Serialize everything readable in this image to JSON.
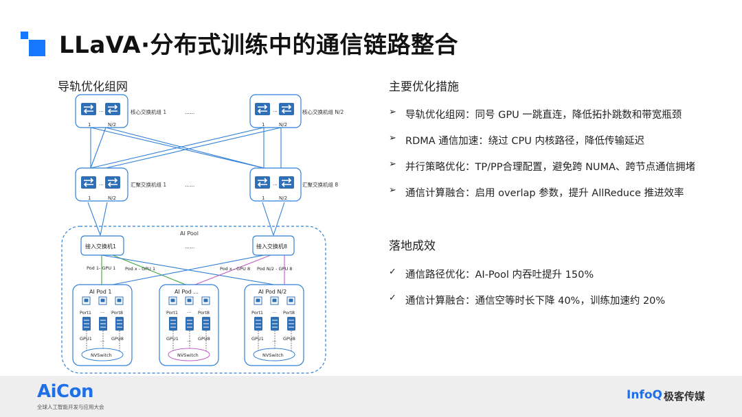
{
  "header": {
    "title": "LLaVA·分布式训练中的通信链路整合"
  },
  "diagram": {
    "section_label": "导轨优化组网",
    "core_switch_1_label": "核心交换机组 1",
    "core_switch_n_label": "核心交换机组 N/2",
    "agg_switch_1_label": "汇聚交换机组 1",
    "agg_switch_8_label": "汇聚交换机组 8",
    "ellipsis": "......",
    "dots": "...",
    "port_one": "1",
    "port_n2": "N/2",
    "ai_pool_label": "AI Pool",
    "access_switch_1": "接入交换机1",
    "access_switch_8": "接入交换机8",
    "link_labels": [
      "Pod 1- GPU 1",
      "Pod x - GPU 1",
      "Pod x - GPU 8",
      "Pod N/2 - GPU 8"
    ],
    "pods": [
      {
        "title": "AI Pod 1",
        "port_first": "Port1",
        "port_last": "Port8",
        "gpu_first": "GPU1",
        "gpu_last": "GPU8",
        "nvswitch": "NVSwitch"
      },
      {
        "title": "AI Pod ...",
        "port_first": "Port1",
        "port_last": "Port8",
        "gpu_first": "GPU1",
        "gpu_last": "GPU8",
        "nvswitch": "NVSwitch"
      },
      {
        "title": "AI Pod N/2",
        "port_first": "Port1",
        "port_last": "Port8",
        "gpu_first": "GPU1",
        "gpu_last": "GPU8",
        "nvswitch": "NVSwitch"
      }
    ]
  },
  "measures": {
    "title": "主要优化措施",
    "bullet": "➢",
    "items": [
      "导轨优化组网：同号 GPU 一跳直连，降低拓扑跳数和带宽瓶颈",
      "RDMA 通信加速：绕过 CPU 内核路径，降低传输延迟",
      "并行策略优化：TP/PP合理配置，避免跨 NUMA、跨节点通信拥堵",
      "通信计算融合：启用 overlap 参数，提升 AllReduce 推进效率"
    ]
  },
  "results": {
    "title": "落地成效",
    "bullet": "✓",
    "items": [
      "通信路径优化：AI-Pool 内吞吐提升 150%",
      "通信计算融合：通信空等时长下降 40%，训练加速约 20%"
    ]
  },
  "footer": {
    "aicon_logo": "AiCon",
    "aicon_sub": "全球人工智能开发与应用大会",
    "infoq": "InfoQ",
    "geek": "极客传媒"
  },
  "colors": {
    "accent": "#1677ff",
    "line_blue": "#2f7fd8",
    "line_green": "#3aa73a",
    "line_pink": "#c05bc8"
  }
}
